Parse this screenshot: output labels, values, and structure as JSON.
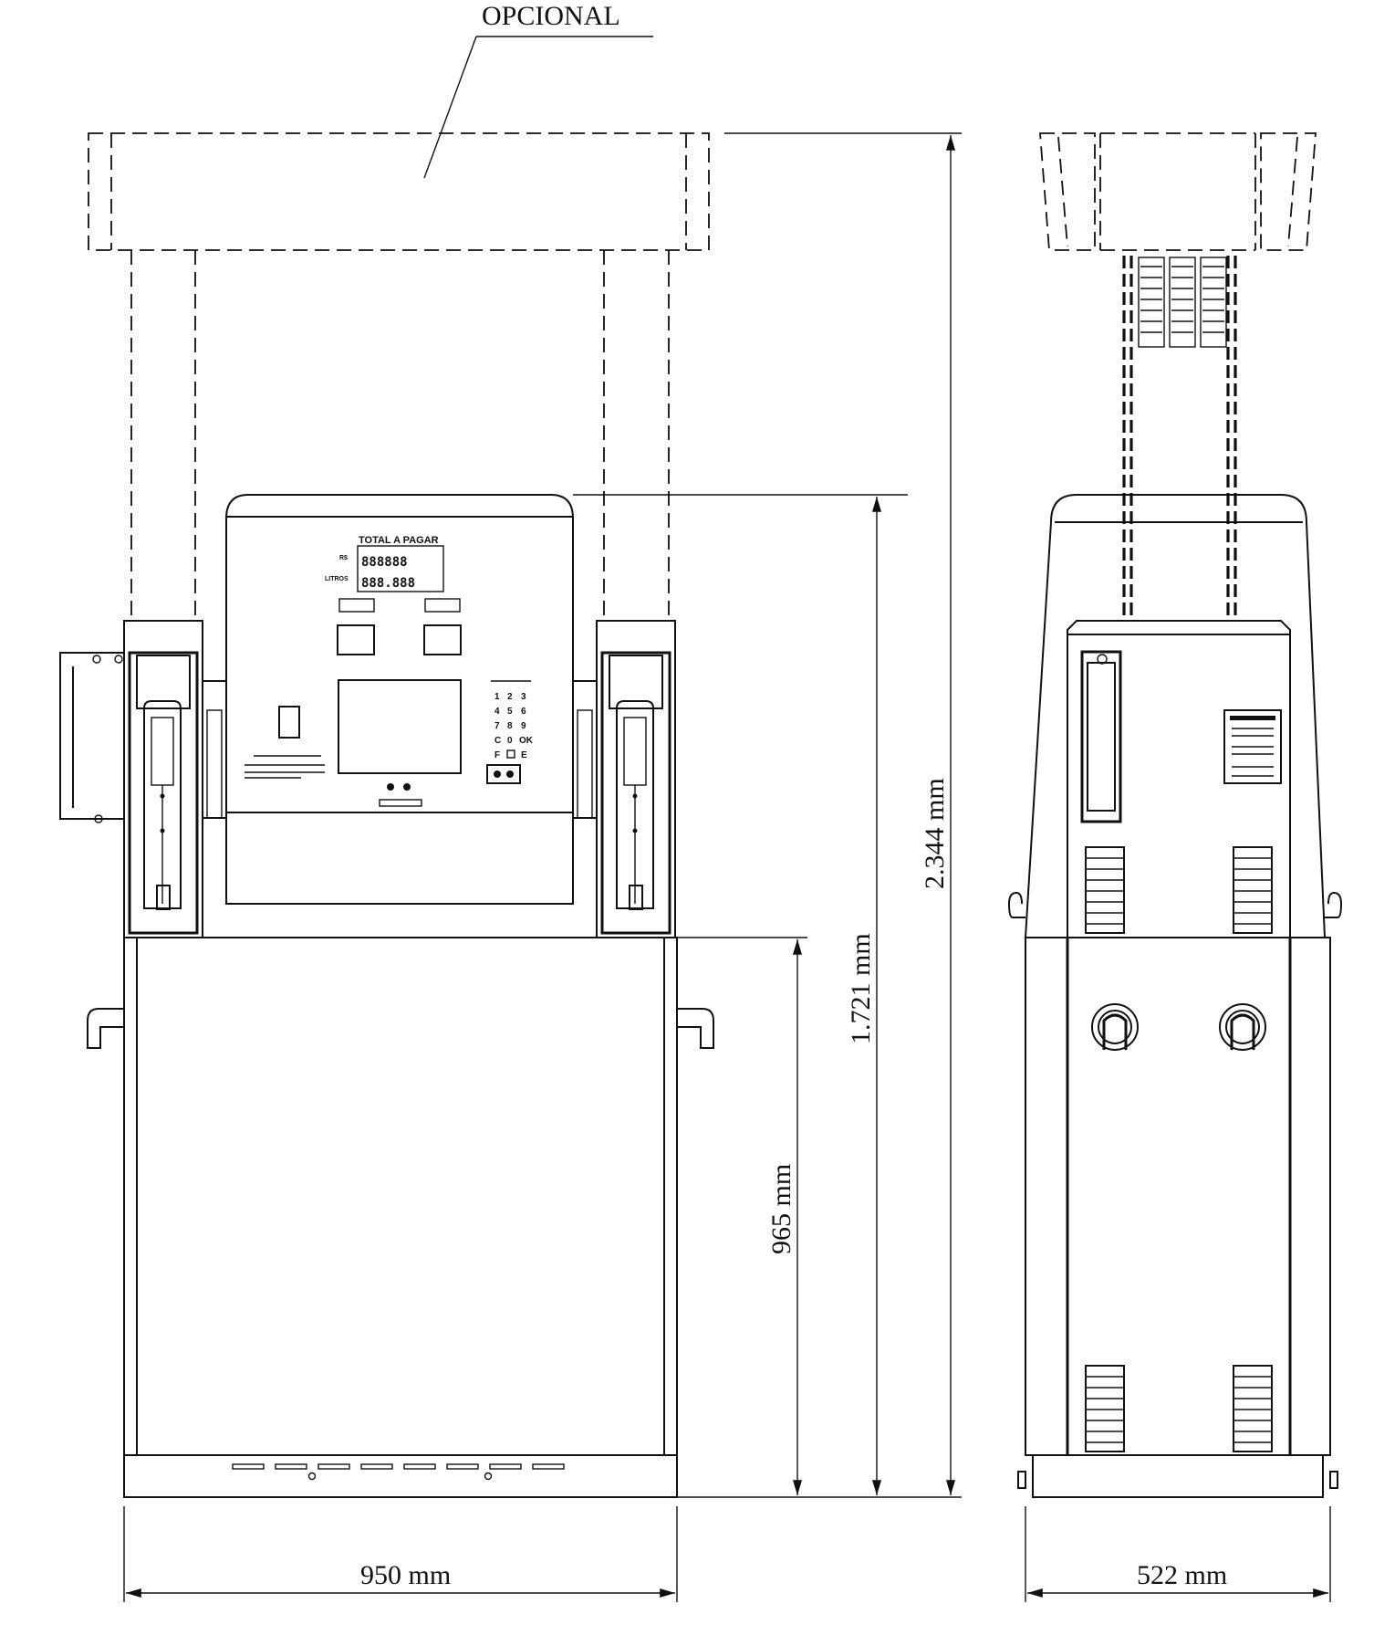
{
  "labels": {
    "optional": "OPCIONAL",
    "panel_title": "TOTAL A PAGAR",
    "currency": "R$",
    "liters": "LITROS",
    "amount_digits": "888888",
    "liters_digits": "888.888"
  },
  "dimensions": {
    "total_height": "2.344 mm",
    "body_height": "1.721 mm",
    "base_height": "965 mm",
    "front_width": "950 mm",
    "side_width": "522 mm"
  },
  "keypad": [
    "1",
    "2",
    "3",
    "4",
    "5",
    "6",
    "7",
    "8",
    "9",
    "C",
    "0",
    "OK",
    "F",
    "",
    "E"
  ]
}
